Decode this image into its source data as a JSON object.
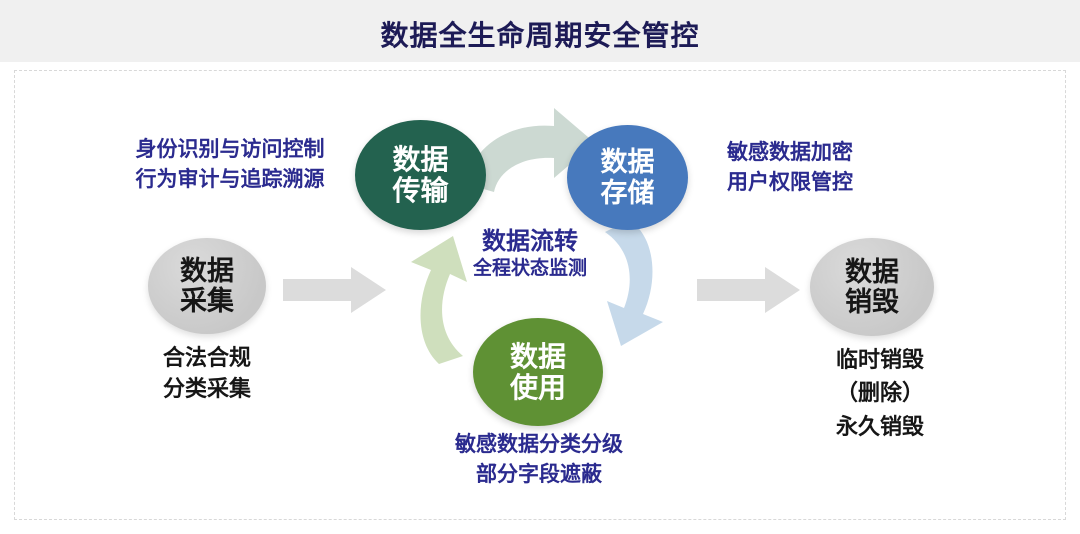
{
  "header": {
    "title": "数据全生命周期安全管控"
  },
  "diagram": {
    "nodes": {
      "collect": {
        "line1": "数据",
        "line2": "采集",
        "color": "#cdcdcd"
      },
      "transmit": {
        "line1": "数据",
        "line2": "传输",
        "color": "#23624f"
      },
      "store": {
        "line1": "数据",
        "line2": "存储",
        "color": "#4779bd"
      },
      "use": {
        "line1": "数据",
        "line2": "使用",
        "color": "#5f9134"
      },
      "destroy": {
        "line1": "数据",
        "line2": "销毁",
        "color": "#cdcdcd"
      }
    },
    "center_caption": {
      "line1": "数据流转",
      "line2": "全程状态监测",
      "color": "#2b2b8f"
    },
    "annotations": {
      "collect": {
        "line1": "合法合规",
        "line2": "分类采集",
        "color": "#161616"
      },
      "transmit": {
        "line1": "身份识别与访问控制",
        "line2": "行为审计与追踪溯源",
        "color": "#2b2b8f"
      },
      "store": {
        "line1": "敏感数据加密",
        "line2": "用户权限管控",
        "color": "#2b2b8f"
      },
      "use": {
        "line1": "敏感数据分类分级",
        "line2": "部分字段遮蔽",
        "color": "#2b2b8f"
      },
      "destroy": {
        "line1": "临时销毁",
        "line2": "（删除）",
        "line3": "永久销毁",
        "color": "#161616"
      }
    },
    "arrows": {
      "collect_to_flow": {
        "name": "straight-arrow-right",
        "color": "#dcdcdc"
      },
      "flow_to_destroy": {
        "name": "straight-arrow-right",
        "color": "#dcdcdc"
      },
      "transmit_to_store": {
        "name": "curved-arrow-up-right",
        "color": "#ccd9d2"
      },
      "store_to_use": {
        "name": "curved-arrow-down-left",
        "color": "#c6d9ea"
      },
      "use_to_transmit": {
        "name": "curved-arrow-up-left",
        "color": "#cfdfbd"
      }
    }
  }
}
